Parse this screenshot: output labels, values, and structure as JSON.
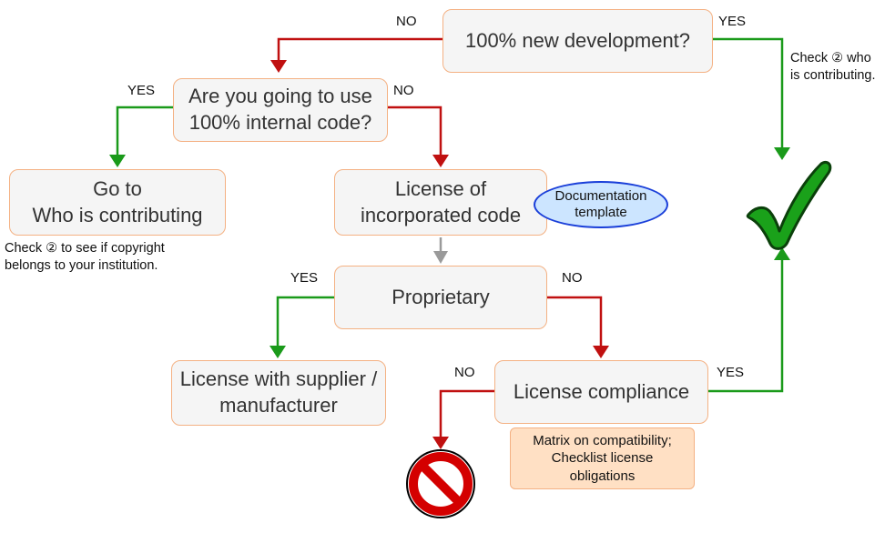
{
  "nodes": {
    "new_dev": "100% new development?",
    "internal": "Are you going to use\n100% internal code?",
    "goto": "Go to\nWho is contributing",
    "license_inc": "License of\nincorporated code",
    "proprietary": "Proprietary",
    "supplier": "License with supplier /\nmanufacturer",
    "compliance": "License compliance"
  },
  "notes": {
    "doc_template": "Documentation\ntemplate",
    "matrix": "Matrix on compatibility;\nChecklist license\nobligations",
    "check_who": "Check ② who\nis contributing.",
    "check_copyright": "Check ② to see if copyright\nbelongs to your institution."
  },
  "edge_labels": {
    "yes": "YES",
    "no": "NO"
  },
  "colors": {
    "yes_arrow": "#1a9a1a",
    "no_arrow": "#c01010",
    "neutral_arrow": "#9a9a9a",
    "box_fill": "#f5f5f5",
    "box_border": "#f4b183",
    "check_green": "#1aa11a",
    "stop_red": "#d40000"
  },
  "icons": {
    "approved": "green-checkmark-icon",
    "rejected": "prohibited-sign-icon"
  }
}
